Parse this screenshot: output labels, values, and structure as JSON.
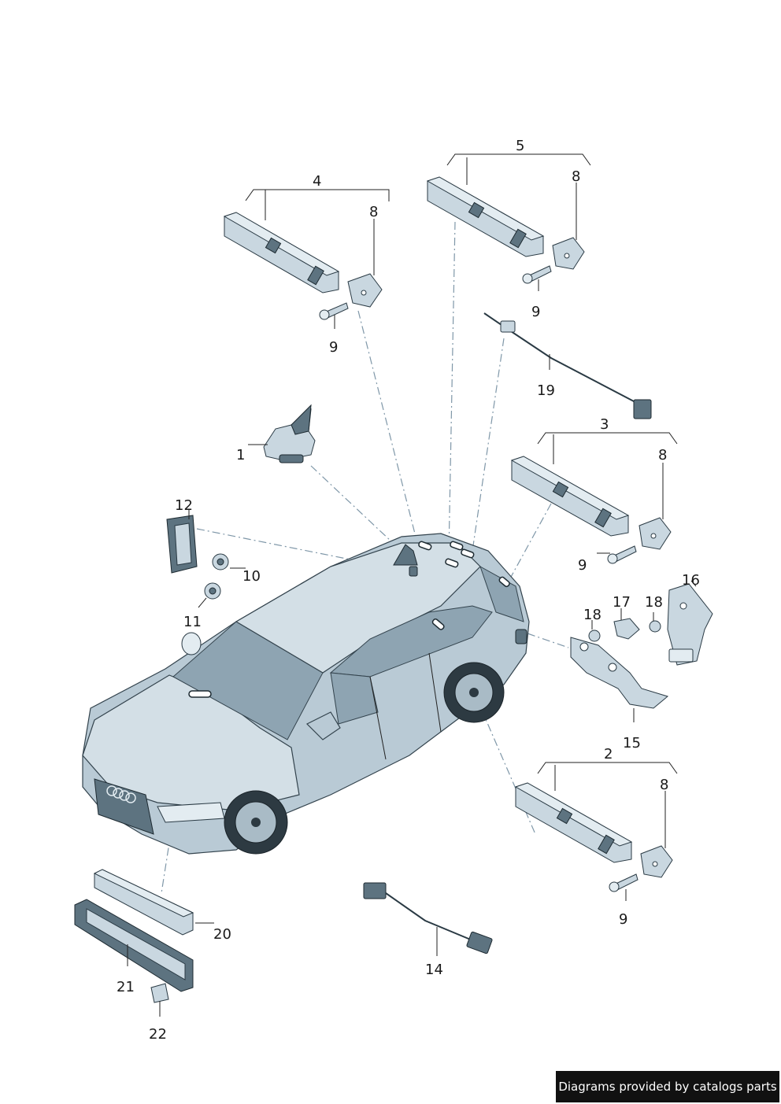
{
  "callouts": {
    "c1": "1",
    "c2": "2",
    "c3": "3",
    "c4": "4",
    "c5": "5",
    "c8a": "8",
    "c8b": "8",
    "c8c": "8",
    "c8d": "8",
    "c9a": "9",
    "c9b": "9",
    "c9c": "9",
    "c9d": "9",
    "c10": "10",
    "c11": "11",
    "c12": "12",
    "c14": "14",
    "c15": "15",
    "c16": "16",
    "c17": "17",
    "c18a": "18",
    "c18b": "18",
    "c19": "19",
    "c20": "20",
    "c21": "21",
    "c22": "22"
  },
  "footer": {
    "credit": "Diagrams provided by catalogs parts"
  },
  "colors": {
    "part_fill": "#c9d7e0",
    "outline": "#2a3a44",
    "dash_line": "#7f97a8",
    "credit_bg": "#111111"
  },
  "icons": {
    "vehicle": "audi-a6-avant-illustration",
    "antenna": "shark-fin-antenna"
  }
}
